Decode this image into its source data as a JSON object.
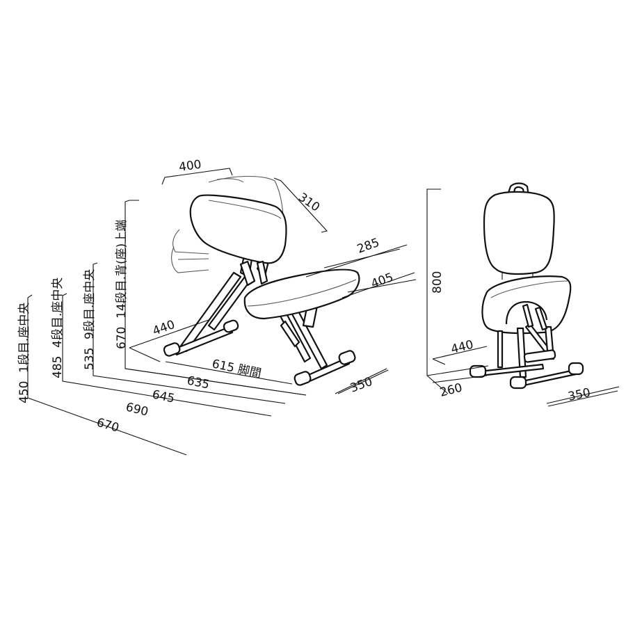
{
  "side_view": {
    "top_labels": {
      "backrest_width": "400",
      "backrest_depth": "310",
      "seat_width": "285",
      "seat_depth": "405"
    },
    "heights": {
      "h1_value": "450",
      "h1_label": "1段目.座中央",
      "h4_value": "485",
      "h4_label": "4段目.座中央",
      "h9_value": "535",
      "h9_label": "9段目.座中央",
      "h14_value": "670",
      "h14_label": "14段目.背(座)上端"
    },
    "footprint": {
      "depth_440": "440",
      "leg_span": "615 脚間",
      "len_635": "635",
      "len_645": "645",
      "len_690": "690",
      "len_670": "670",
      "width_350": "350"
    }
  },
  "front_view": {
    "height_800": "800",
    "depth_440": "440",
    "depth_260": "260",
    "width_350": "350"
  }
}
